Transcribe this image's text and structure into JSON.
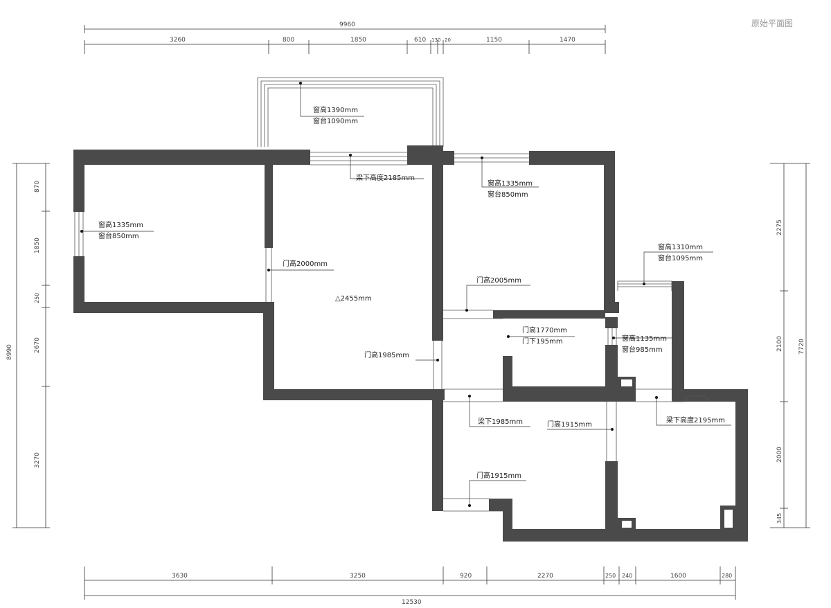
{
  "title": "原始平面图",
  "top_dims": {
    "total": "9960",
    "segments": [
      "3260",
      "800",
      "1850",
      "610",
      "130",
      "20",
      "1150",
      "1470"
    ]
  },
  "bottom_dims": {
    "total": "12530",
    "segments": [
      "3630",
      "3250",
      "920",
      "2270",
      "250",
      "240",
      "1600",
      "280"
    ]
  },
  "left_dims": {
    "total": "8990",
    "segments": [
      "870",
      "1850",
      "250",
      "2670",
      "3270"
    ]
  },
  "right_dims": {
    "total": "7720",
    "segments": [
      "2275",
      "2100",
      "2000",
      "345"
    ]
  },
  "annotations": {
    "balcony_window_h": "窗高1390mm",
    "balcony_window_sill": "窗台1090mm",
    "beam_top": "梁下高度2185mm",
    "bed_right_window_h": "窗高1335mm",
    "bed_right_window_sill": "窗台850mm",
    "bed_left_window_h": "窗高1335mm",
    "bed_left_window_sill": "窗台850mm",
    "door_left": "门高2000mm",
    "ceiling": "△2455mm",
    "door_right_room": "门高2005mm",
    "small_window_h": "窗高1310mm",
    "small_window_sill": "窗台1095mm",
    "door_small_1": "门高1770mm",
    "door_small_2": "门下195mm",
    "bath_window_h": "窗高1135mm",
    "bath_window_sill": "窗台985mm",
    "door_mid": "门高1985mm",
    "beam_mid": "梁下1985mm",
    "door_lower_right": "门高1915mm",
    "beam_lower_right": "梁下高度2195mm",
    "door_bottom": "门高1915mm"
  }
}
